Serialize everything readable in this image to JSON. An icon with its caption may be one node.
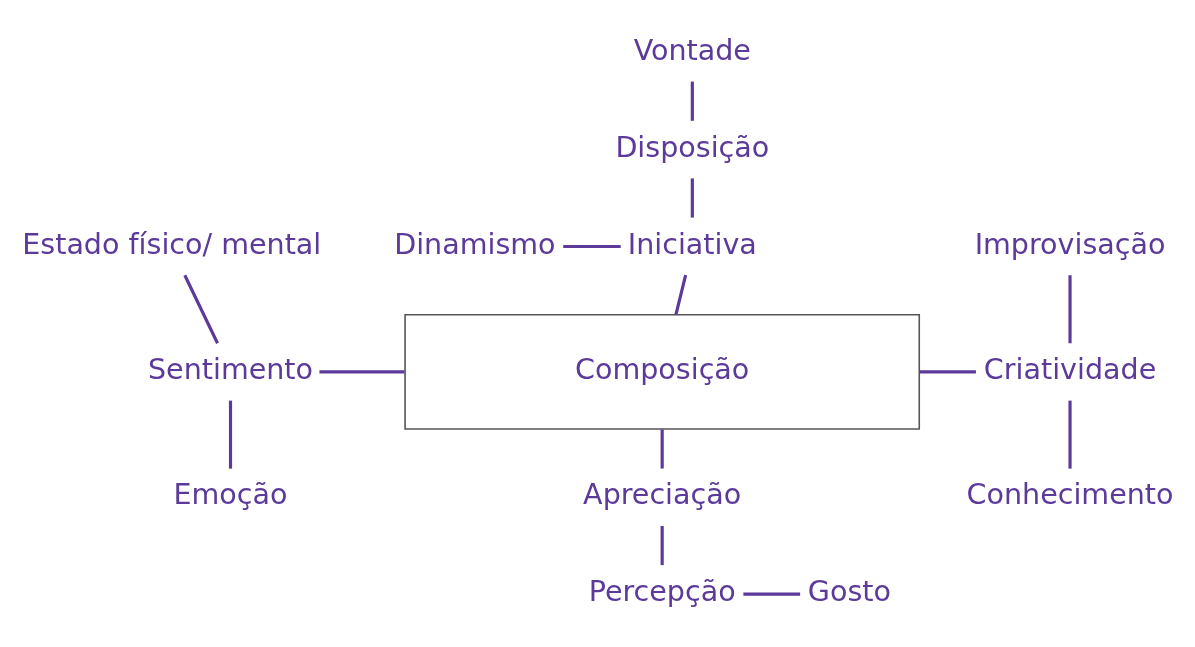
{
  "diagram": {
    "nodes": [
      {
        "text": [
          "Vontade"
        ]
      },
      {
        "text": [
          "Disposição"
        ]
      },
      {
        "text": [
          "Dinamismo"
        ]
      },
      {
        "text": [
          "Iniciativa"
        ]
      },
      {
        "text": [
          "Estado físico/ mental"
        ]
      },
      {
        "text": [
          "Improvisação"
        ]
      },
      {
        "text": [
          "Sentimento"
        ]
      },
      {
        "text": [
          "Composição"
        ]
      },
      {
        "text": [
          "Criatividade"
        ]
      },
      {
        "text": [
          "Emoção"
        ]
      },
      {
        "text": [
          "Apreciação"
        ]
      },
      {
        "text": [
          "Conhecimento"
        ]
      },
      {
        "text": [
          "Percepção"
        ]
      },
      {
        "text": [
          "Gosto"
        ]
      }
    ],
    "edges": [
      {
        "from": 0,
        "to": 1,
        "arrow": "none"
      },
      {
        "from": 1,
        "to": 3,
        "arrow": "none"
      },
      {
        "from": 2,
        "to": 3,
        "arrow": "none"
      },
      {
        "from": 3,
        "to": 7,
        "arrow": "none"
      },
      {
        "from": 4,
        "to": 6,
        "arrow": "none"
      },
      {
        "from": 6,
        "to": 7,
        "arrow": "none"
      },
      {
        "from": 6,
        "to": 9,
        "arrow": "none"
      },
      {
        "from": 7,
        "to": 8,
        "arrow": "none"
      },
      {
        "from": 5,
        "to": 8,
        "arrow": "none"
      },
      {
        "from": 8,
        "to": 11,
        "arrow": "none"
      },
      {
        "from": 7,
        "to": 10,
        "arrow": "none"
      },
      {
        "from": 10,
        "to": 12,
        "arrow": "none"
      },
      {
        "from": 12,
        "to": 13,
        "arrow": "none"
      }
    ]
  }
}
